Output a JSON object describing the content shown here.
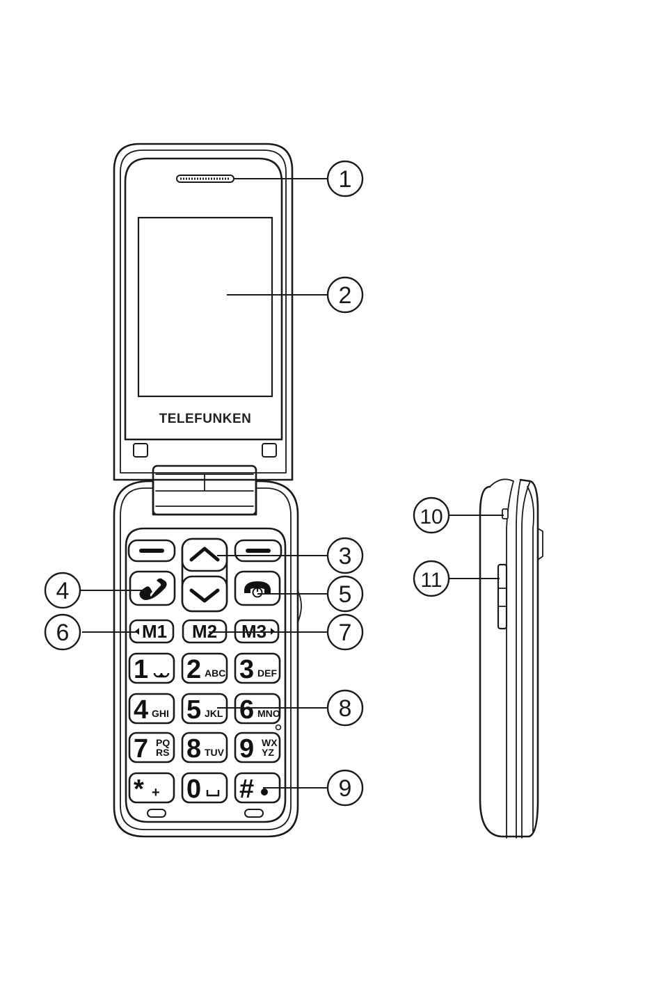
{
  "brand": "TELEFUNKEN",
  "colors": {
    "ink": "#1a1a1a",
    "paper": "#ffffff"
  },
  "callouts": [
    "1",
    "2",
    "3",
    "4",
    "5",
    "6",
    "7",
    "8",
    "9",
    "10",
    "11"
  ],
  "memory_keys": [
    "M1",
    "M2",
    "M3"
  ],
  "keypad": [
    {
      "digit": "1",
      "letters": ""
    },
    {
      "digit": "2",
      "letters": "ABC"
    },
    {
      "digit": "3",
      "letters": "DEF"
    },
    {
      "digit": "4",
      "letters": "GHI"
    },
    {
      "digit": "5",
      "letters": "JKL"
    },
    {
      "digit": "6",
      "letters": "MNO"
    },
    {
      "digit": "7",
      "letters": "PQ RS"
    },
    {
      "digit": "8",
      "letters": "TUV"
    },
    {
      "digit": "9",
      "letters": "WX YZ"
    },
    {
      "digit": "*",
      "letters": "+"
    },
    {
      "digit": "0",
      "letters": ""
    },
    {
      "digit": "#",
      "letters": ""
    }
  ]
}
